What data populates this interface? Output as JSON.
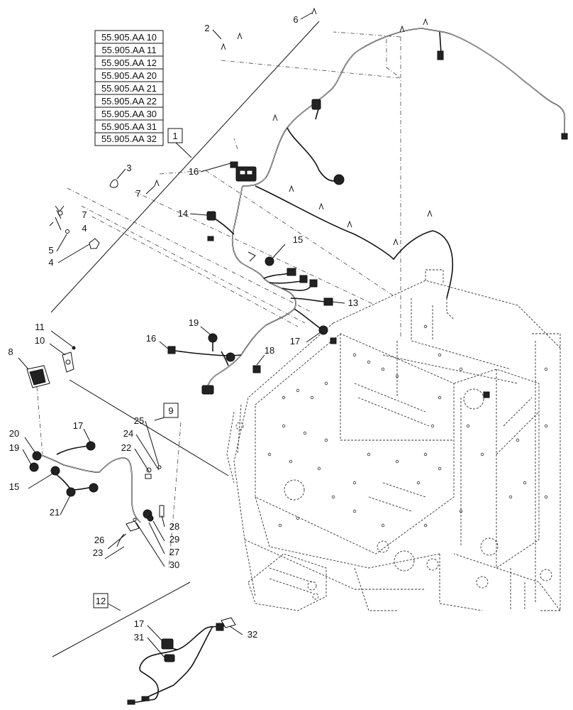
{
  "reference_table": {
    "rows": [
      "55.905.AA 10",
      "55.905.AA 11",
      "55.905.AA 12",
      "55.905.AA 20",
      "55.905.AA 21",
      "55.905.AA 22",
      "55.905.AA 30",
      "55.905.AA 31",
      "55.905.AA 32"
    ],
    "group_label": "1"
  },
  "groups": {
    "g9": "9",
    "g12": "12"
  },
  "callouts": {
    "c2": "2",
    "c3": "3",
    "c4a": "4",
    "c4b": "4",
    "c5": "5",
    "c6": "6",
    "c7a": "7",
    "c7b": "7",
    "c8": "8",
    "c10": "10",
    "c11": "11",
    "c13": "13",
    "c14": "14",
    "c15a": "15",
    "c15b": "15",
    "c16a": "16",
    "c16b": "16",
    "c17a": "17",
    "c17b": "17",
    "c17c": "17",
    "c18": "18",
    "c19a": "19",
    "c19b": "19",
    "c20": "20",
    "c21": "21",
    "c22": "22",
    "c23": "23",
    "c24": "24",
    "c25": "25",
    "c26": "26",
    "c27": "27",
    "c28": "28",
    "c29": "29",
    "c30": "30",
    "c31": "31",
    "c32": "32"
  }
}
